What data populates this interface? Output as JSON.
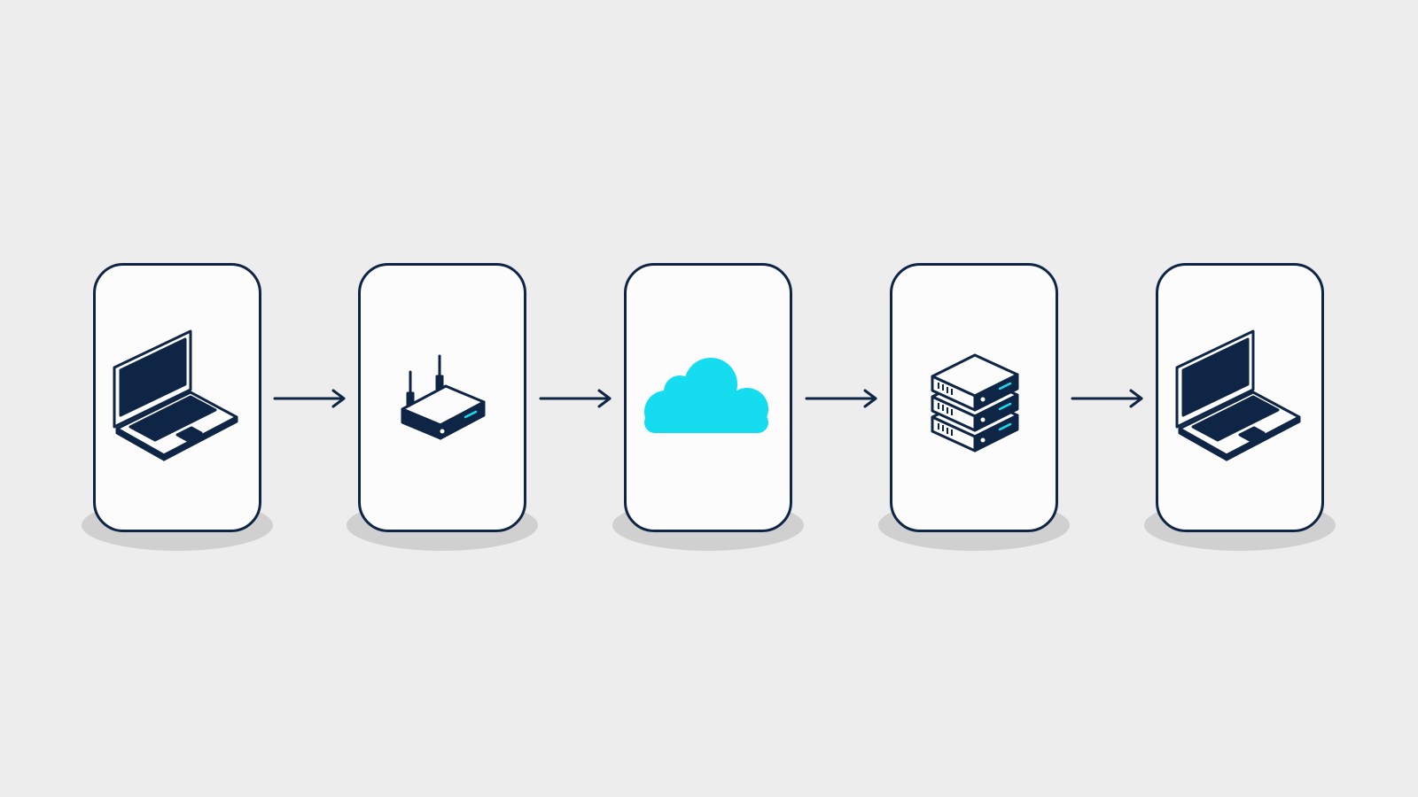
{
  "diagram": {
    "nodes": [
      {
        "id": "laptop-source",
        "icon": "laptop-icon"
      },
      {
        "id": "router",
        "icon": "router-icon"
      },
      {
        "id": "cloud",
        "icon": "cloud-icon"
      },
      {
        "id": "server",
        "icon": "server-rack-icon"
      },
      {
        "id": "laptop-destination",
        "icon": "laptop-icon"
      }
    ],
    "edges": [
      {
        "from": "laptop-source",
        "to": "router"
      },
      {
        "from": "router",
        "to": "cloud"
      },
      {
        "from": "cloud",
        "to": "server"
      },
      {
        "from": "server",
        "to": "laptop-destination"
      }
    ]
  },
  "colors": {
    "background": "#ededed",
    "card_fill": "#fcfcfc",
    "outline": "#0f2545",
    "accent": "#16dcef",
    "shadow": "#d0d0d0"
  }
}
